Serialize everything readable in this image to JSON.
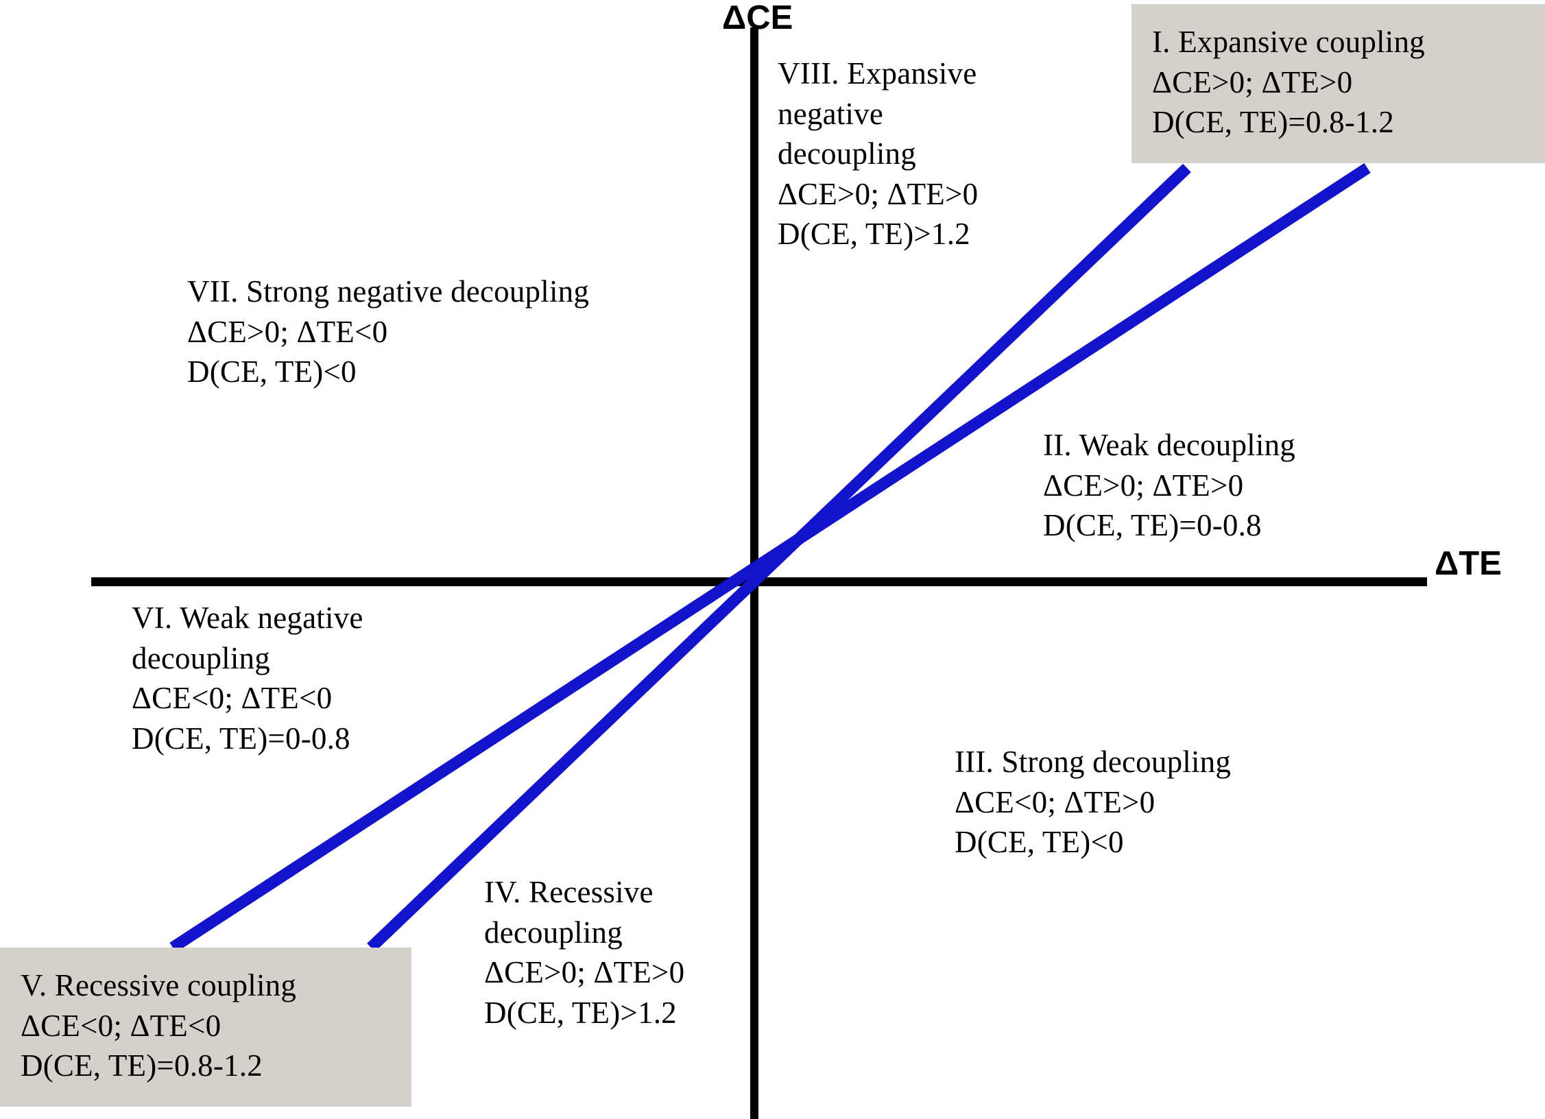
{
  "figure": {
    "type": "decoupling-quadrant-diagram",
    "axes": {
      "y_label": "ΔCE",
      "x_label": "ΔTE"
    },
    "colors": {
      "line": "#1313cc",
      "axis": "#000000",
      "highlight_box": "#d5d1ca",
      "background": "#ffffff"
    },
    "lines": [
      {
        "name": "upper-boundary-line",
        "slope_note": "steeper, D(CE,TE)=1.2 boundary"
      },
      {
        "name": "lower-boundary-line",
        "slope_note": "shallower, D(CE,TE)=0.8 boundary"
      }
    ]
  },
  "quadrants": {
    "i": {
      "id": "I",
      "title": "I. Expansive coupling",
      "conditions": "ΔCE>0; ΔTE>0",
      "value": "D(CE, TE)=0.8-1.2",
      "text": "I. Expansive coupling\nΔCE>0; ΔTE>0\nD(CE, TE)=0.8-1.2",
      "highlighted": true
    },
    "ii": {
      "id": "II",
      "title": "II. Weak decoupling",
      "conditions": "ΔCE>0; ΔTE>0",
      "value": "D(CE, TE)=0-0.8",
      "text": "II. Weak decoupling\nΔCE>0; ΔTE>0\nD(CE, TE)=0-0.8",
      "highlighted": false
    },
    "iii": {
      "id": "III",
      "title": "III. Strong decoupling",
      "conditions": "ΔCE<0; ΔTE>0",
      "value": "D(CE, TE)<0",
      "text": "III. Strong decoupling\nΔCE<0; ΔTE>0\nD(CE, TE)<0",
      "highlighted": false
    },
    "iv": {
      "id": "IV",
      "title": "IV. Recessive decoupling",
      "conditions": "ΔCE>0; ΔTE>0",
      "value": "D(CE, TE)>1.2",
      "text": "IV. Recessive\ndecoupling\nΔCE>0; ΔTE>0\nD(CE, TE)>1.2",
      "highlighted": false
    },
    "v": {
      "id": "V",
      "title": "V. Recessive coupling",
      "conditions": "ΔCE<0; ΔTE<0",
      "value": "D(CE, TE)=0.8-1.2",
      "text": "V. Recessive coupling\nΔCE<0; ΔTE<0\nD(CE, TE)=0.8-1.2",
      "highlighted": true
    },
    "vi": {
      "id": "VI",
      "title": "VI. Weak negative decoupling",
      "conditions": "ΔCE<0; ΔTE<0",
      "value": "D(CE, TE)=0-0.8",
      "text": "VI. Weak negative\ndecoupling\nΔCE<0; ΔTE<0\nD(CE, TE)=0-0.8",
      "highlighted": false
    },
    "vii": {
      "id": "VII",
      "title": "VII. Strong negative decoupling",
      "conditions": "ΔCE>0; ΔTE<0",
      "value": "D(CE, TE)<0",
      "text": "VII. Strong negative decoupling\nΔCE>0; ΔTE<0\nD(CE, TE)<0",
      "highlighted": false
    },
    "viii": {
      "id": "VIII",
      "title": "VIII. Expansive negative decoupling",
      "conditions": "ΔCE>0; ΔTE>0",
      "value": "D(CE, TE)>1.2",
      "text": "VIII. Expansive\nnegative\ndecoupling\nΔCE>0; ΔTE>0\nD(CE, TE)>1.2",
      "highlighted": false
    }
  }
}
